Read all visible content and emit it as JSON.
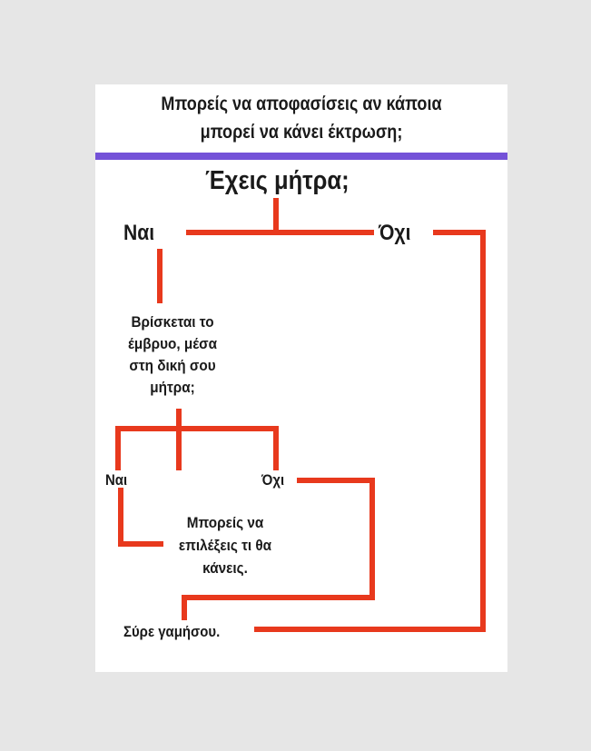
{
  "title": {
    "line1": "Μπορείς να αποφασίσεις αν κάποια",
    "line2": "μπορεί να κάνει έκτρωση;"
  },
  "question1": "Έχεις μήτρα;",
  "yes1": "Ναι",
  "no1": "Όχι",
  "question2": {
    "line1": "Βρίσκεται το",
    "line2": "έμβρυο, μέσα",
    "line3": "στη δική σου",
    "line4": "μήτρα;"
  },
  "yes2": "Ναι",
  "no2": "Όχι",
  "choice": {
    "line1": "Μπορείς να",
    "line2": "επιλέξεις τι θα",
    "line3": "κάνεις."
  },
  "final": "Σύρε γαμήσου.",
  "colors": {
    "connector": "#e8391d",
    "title_bar": "#7452d8",
    "text": "#1a1a1a",
    "background": "#e6e6e6",
    "card": "#ffffff"
  }
}
